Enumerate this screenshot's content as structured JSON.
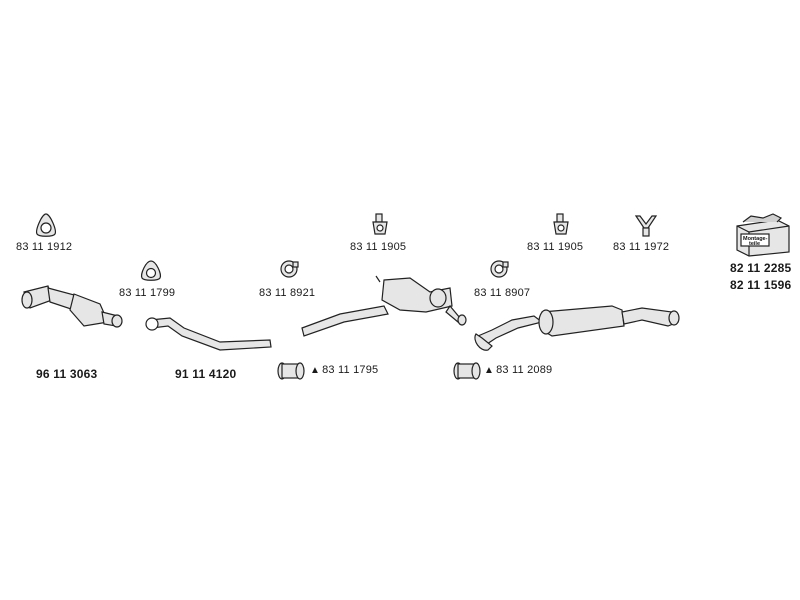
{
  "parts": {
    "gasket_1": "83 11 1912",
    "catalytic_converter": "96 11 3063",
    "gasket_2": "83 11 1799",
    "front_pipe": "91 11 4120",
    "clamp_1": "83 11 8921",
    "hanger_1": "83 11 1905",
    "middle_silencer_clamp": "83 11 1795",
    "clamp_2": "83 11 8907",
    "hanger_2": "83 11 1905",
    "rear_silencer_clamp": "83 11 2089",
    "hanger_3": "83 11 1972",
    "kit_1": "82 11 2285",
    "kit_2": "82 11 1596"
  },
  "kit_box": {
    "line1": "Montage-",
    "line2": "teile"
  },
  "warning_symbol": "▲",
  "colors": {
    "stroke": "#222222",
    "fill": "#e6e6e6",
    "text": "#1a1a1a"
  }
}
